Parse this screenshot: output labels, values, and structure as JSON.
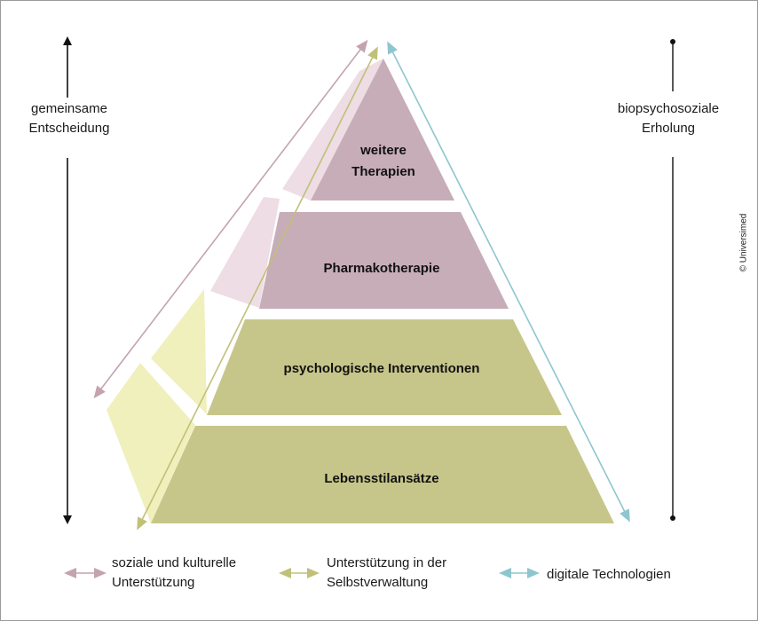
{
  "left_axis": {
    "label": "gemeinsame\nEntscheidung"
  },
  "right_axis": {
    "label": "biopsychosoziale\nErholung"
  },
  "copyright": "© Universimed",
  "levels": [
    {
      "label_line1": "weitere",
      "label_line2": "Therapien",
      "color": "#c7adb8"
    },
    {
      "label": "Pharmakotherapie",
      "color": "#c7adb8"
    },
    {
      "label": "psychologische Interventionen",
      "color": "#c7c68a"
    },
    {
      "label": "Lebensstilansätze",
      "color": "#c7c68a"
    }
  ],
  "side_colors": {
    "pink": "#eedde4",
    "yellow": "#f0f0bc"
  },
  "arrow_colors": {
    "social": "#c4a3b1",
    "self": "#c0c07a",
    "digital": "#8ec6cf"
  },
  "legend": [
    {
      "label": "soziale und kulturelle\nUnterstützung",
      "icon": "double-arrow-icon",
      "color": "#c4a3b1"
    },
    {
      "label": "Unterstützung in der\nSelbstverwaltung",
      "icon": "double-arrow-icon",
      "color": "#c0c07a"
    },
    {
      "label": "digitale Technologien",
      "icon": "double-arrow-icon",
      "color": "#8ec6cf"
    }
  ]
}
